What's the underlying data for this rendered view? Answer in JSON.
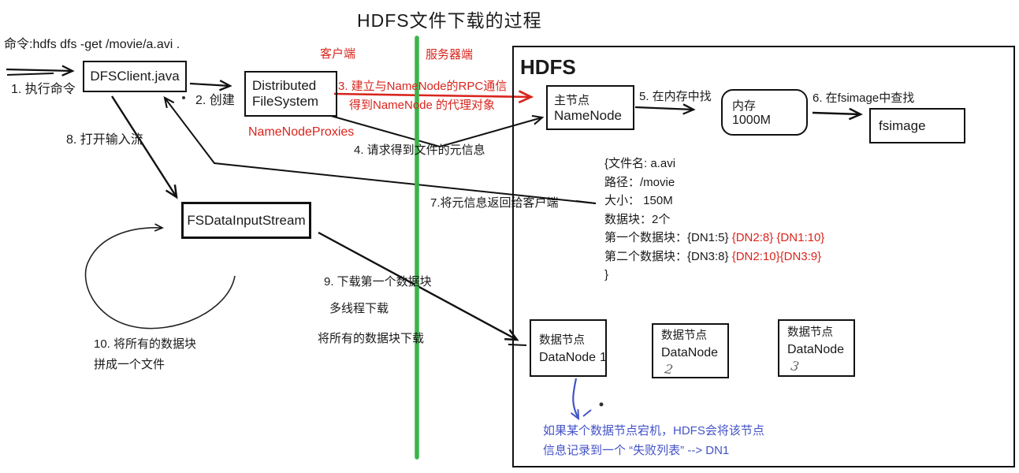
{
  "title": "HDFS文件下载的过程",
  "zones": {
    "client": "客户端",
    "server": "服务器端"
  },
  "colors": {
    "red": "#d9251d",
    "green": "#3cb44a",
    "blue": "#4453c8",
    "ink": "#1a1a1a"
  },
  "client": {
    "command": "命令:hdfs dfs -get /movie/a.avi .",
    "step1": "1. 执行命令",
    "dfsclient_box": "DFSClient.java",
    "step2": "2. 创建",
    "dfs_box_line1": "Distributed",
    "dfs_box_line2": "FileSystem",
    "namenode_proxies": "NameNodeProxies",
    "step8": "8. 打开输入流",
    "fsdis_box": "FSDataInputStream",
    "step10_line1": "10. 将所有的数据块",
    "step10_line2": "拼成一个文件"
  },
  "server": {
    "hdfs_label": "HDFS",
    "step3_line1": "3. 建立与NameNode的RPC通信",
    "step3_line2": "得到NameNode 的代理对象",
    "step4": "4. 请求得到文件的元信息",
    "namenode_box": {
      "line1": "主节点",
      "line2": "NameNode"
    },
    "step5": "5. 在内存中找",
    "memory_box": {
      "line1": "内存",
      "line2": "1000M"
    },
    "step6": "6. 在fsimage中查找",
    "fsimage_box": "fsimage",
    "metadata": {
      "line1": "{文件名: a.avi",
      "line2": "路径：/movie",
      "line3": "大小： 150M",
      "line4": "数据块：2个",
      "line5_black": "第一个数据块：{DN1:5} ",
      "line5_red": "{DN2:8} {DN1:10}",
      "line6_black": "第二个数据块：{DN3:8} ",
      "line6_red": "{DN2:10}{DN3:9}",
      "line7": "}"
    },
    "step7": "7.将元信息返回给客户端",
    "step9_line1": "9. 下载第一个数据块",
    "step9_line2": "多线程下载",
    "step9_line3": "将所有的数据块下载",
    "datanodes": [
      {
        "label": "数据节点",
        "name": "DataNode",
        "num": "1"
      },
      {
        "label": "数据节点",
        "name": "DataNode",
        "num": "2"
      },
      {
        "label": "数据节点",
        "name": "DataNode",
        "num": "3"
      }
    ],
    "failure_note_line1": "如果某个数据节点宕机，HDFS会将该节点",
    "failure_note_line2": "信息记录到一个 “失败列表”  --> DN1"
  }
}
